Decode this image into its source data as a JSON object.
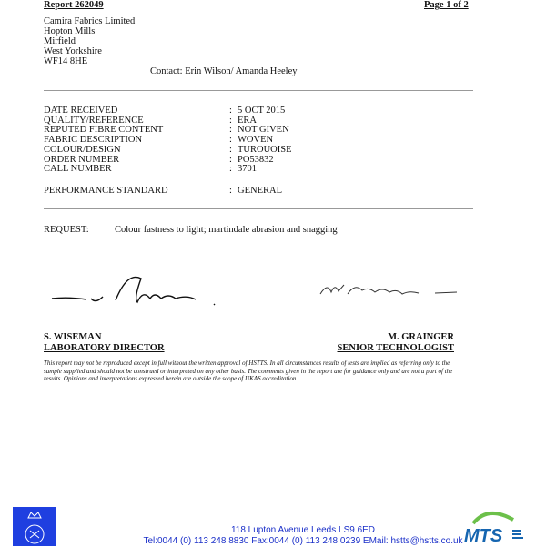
{
  "header": {
    "report": "Report 262049",
    "page": "Page 1 of 2"
  },
  "address": [
    "Camira Fabrics Limited",
    "Hopton Mills",
    "Mirfield",
    "West Yorkshire",
    "WF14 8HE"
  ],
  "contact": "Contact: Erin Wilson/ Amanda Heeley",
  "fields": [
    {
      "label": "DATE RECEIVED",
      "value": "5 OCT 2015"
    },
    {
      "label": "QUALITY/REFERENCE",
      "value": "ERA"
    },
    {
      "label": "REPUTED FIBRE CONTENT",
      "value": "NOT GIVEN"
    },
    {
      "label": "FABRIC DESCRIPTION",
      "value": "WOVEN"
    },
    {
      "label": "COLOUR/DESIGN",
      "value": "TUROUOISE"
    },
    {
      "label": "ORDER NUMBER",
      "value": "PO53832"
    },
    {
      "label": "CALL NUMBER",
      "value": "3701"
    }
  ],
  "performance": {
    "label": "PERFORMANCE STANDARD",
    "value": "GENERAL"
  },
  "colon": ":",
  "request": {
    "label": "REQUEST:",
    "value": "Colour fastness to light; martindale abrasion and snagging"
  },
  "signatories": [
    {
      "name": "S. WISEMAN",
      "title": "LABORATORY DIRECTOR"
    },
    {
      "name": "M. GRAINGER",
      "title": "SENIOR TECHNOLOGIST"
    }
  ],
  "disclaimer": "This report may not be reproduced except in full without the written approval of HSTTS. In all circumstances results of tests are implied as referring only to the sample supplied and should not be construed or interpreted on any other basis. The comments given in the report are for guidance only and are not a part of the results. Opinions and interpretations expressed herein are outside the scope of UKAS accreditation.",
  "footer": {
    "address": "118 Lupton Avenue  Leeds  LS9 6ED",
    "contact": "Tel:0044 (0) 113 248 8830  Fax:0044 (0) 113 248 0239  EMail: hstts@hstts.co.uk",
    "logo_text": "MTS"
  },
  "colors": {
    "footer_text": "#1a2fc9",
    "crest_bg": "#1f3fe0",
    "mts_blue": "#1565b0",
    "mts_green": "#6cc04a"
  }
}
